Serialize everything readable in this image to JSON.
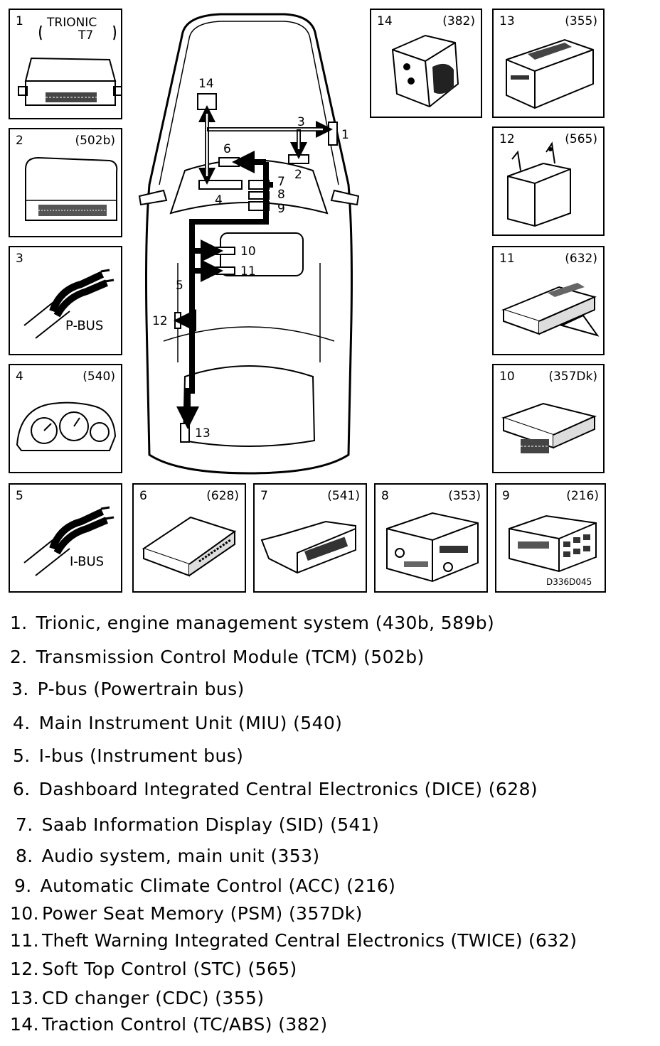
{
  "panels": [
    {
      "num": "1",
      "code": "",
      "title_top": "TRIONIC",
      "title_bottom": "T7"
    },
    {
      "num": "2",
      "code": "(502b)"
    },
    {
      "num": "3",
      "code": "",
      "bus_label": "P-BUS"
    },
    {
      "num": "4",
      "code": "(540)"
    },
    {
      "num": "5",
      "code": "",
      "bus_label": "I-BUS"
    },
    {
      "num": "6",
      "code": "(628)"
    },
    {
      "num": "7",
      "code": "(541)"
    },
    {
      "num": "8",
      "code": "(353)"
    },
    {
      "num": "9",
      "code": "(216)",
      "drawing_id": "D336D045"
    },
    {
      "num": "10",
      "code": "(357Dk)"
    },
    {
      "num": "11",
      "code": "(632)"
    },
    {
      "num": "12",
      "code": "(565)"
    },
    {
      "num": "13",
      "code": "(355)"
    },
    {
      "num": "14",
      "code": "(382)"
    }
  ],
  "car_labels": [
    "1",
    "2",
    "3",
    "4",
    "5",
    "6",
    "7",
    "8",
    "9",
    "10",
    "11",
    "12",
    "13",
    "14"
  ],
  "legend": [
    {
      "n": "1.",
      "text": "Trionic, engine management system (430b, 589b)"
    },
    {
      "n": "2.",
      "text": "Transmission Control Module (TCM) (502b)"
    },
    {
      "n": "3.",
      "text": "P-bus (Powertrain bus)"
    },
    {
      "n": "4.",
      "text": "Main Instrument Unit (MIU) (540)"
    },
    {
      "n": "5.",
      "text": "I-bus (Instrument bus)"
    },
    {
      "n": "6.",
      "text": "Dashboard Integrated Central Electronics (DICE) (628)"
    },
    {
      "n": "7.",
      "text": "Saab Information Display (SID) (541)"
    },
    {
      "n": "8.",
      "text": "Audio system, main unit (353)"
    },
    {
      "n": "9.",
      "text": "Automatic Climate Control (ACC) (216)"
    },
    {
      "n": "10.",
      "text": "Power Seat Memory (PSM) (357Dk)"
    },
    {
      "n": "11.",
      "text": "Theft Warning Integrated Central Electronics (TWICE) (632)"
    },
    {
      "n": "12.",
      "text": "Soft Top Control (STC) (565)"
    },
    {
      "n": "13.",
      "text": "CD changer (CDC) (355)"
    },
    {
      "n": "14.",
      "text": "Traction Control (TC/ABS) (382)"
    }
  ]
}
